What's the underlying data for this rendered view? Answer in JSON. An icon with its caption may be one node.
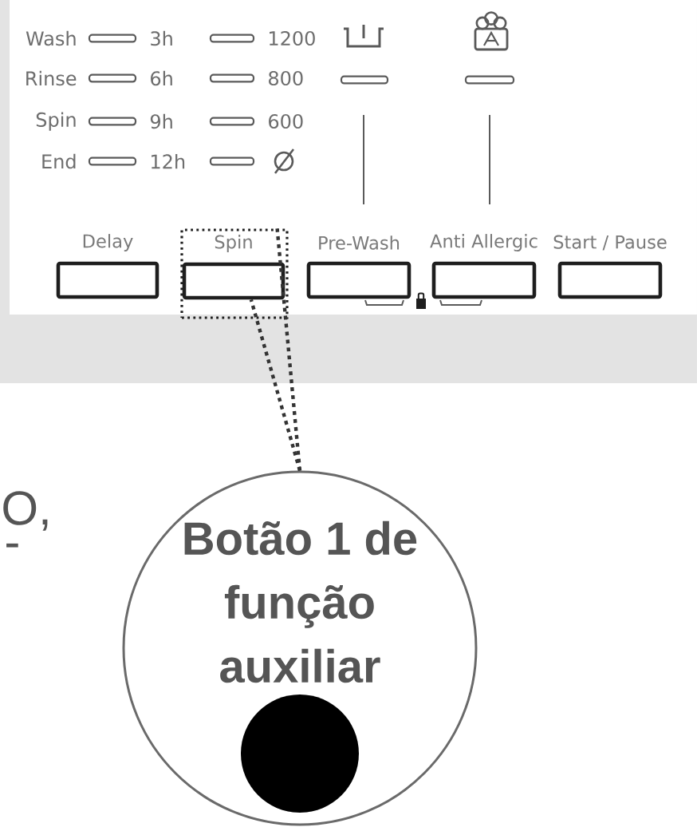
{
  "diagram": {
    "nodes": [
      {
        "text": [
          "Delay"
        ]
      },
      {
        "text": [],
        "shape": "box"
      },
      {
        "text": [
          "Spin"
        ],
        "in": 1
      },
      {
        "text": [
          "Pre-Wash"
        ]
      },
      {
        "text": [
          "Anti Allergic"
        ]
      },
      {
        "text": [
          "Start / Pause"
        ]
      },
      {
        "text": [
          "Botão 1 de função auxiliar"
        ]
      }
    ],
    "edges": [
      {
        "from": 6,
        "to": 2,
        "arrow": "none",
        "style": "dashed"
      },
      {
        "from": 6,
        "to": 1,
        "arrow": "none",
        "style": "dashed"
      }
    ],
    "labels": [
      "Wash",
      "3h",
      "1200",
      "Rinse",
      "6h",
      "800",
      "Spin",
      "9h",
      "600",
      "End",
      "12h",
      "O,",
      "-"
    ]
  }
}
